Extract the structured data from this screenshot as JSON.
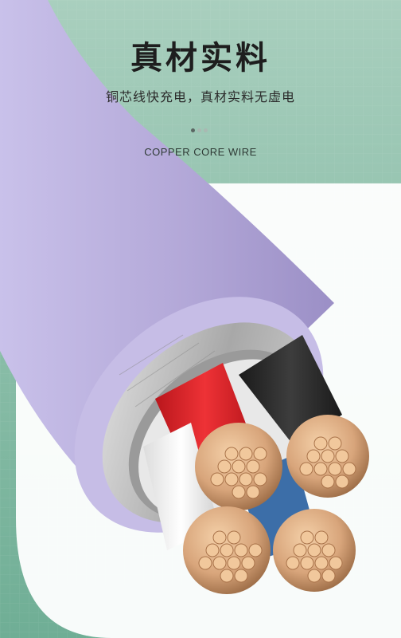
{
  "headline": "真材实料",
  "subtitle": "铜芯线快充电，真材实料无虚电",
  "caption": "COPPER CORE WIRE",
  "pager": {
    "count": 3,
    "active_index": 0
  },
  "colors": {
    "background": "#8fc1ac",
    "cable_jacket": "#b3a8d8",
    "copper": "#d8a57b",
    "red_wire": "#e0282d",
    "black_wire": "#2b2b2b",
    "white_wire": "#f2f2f2",
    "blue_wire": "#3c6ea8"
  }
}
